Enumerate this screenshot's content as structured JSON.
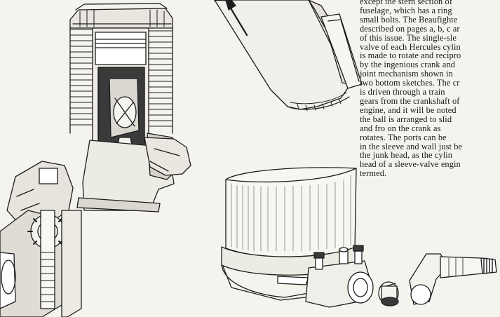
{
  "article": {
    "lines": [
      "except the stern section of",
      "fuselage, which has a ring",
      "small bolts. The Beaufighte",
      "described on pages a, b, c ar",
      "of this issue. The single-sle",
      "valve of each Hercules cylin",
      "is made to rotate and recipro",
      "by the ingenious crank and",
      "joint mechanism shown in",
      "two bottom sketches. The cr",
      "is driven through a train",
      "gears from the crankshaft of",
      "engine, and it will be noted",
      "the ball is arranged to slid",
      "and fro on the crank as",
      "rotates. The ports can be",
      "in the sleeve and wall just be",
      "the junk head, as the cylin",
      "head of a sleeve-valve engin",
      "termed."
    ]
  },
  "figures": {
    "engine_section": "cylinder-cutaway-illustration",
    "fuselage_section": "fuselage-section-illustration",
    "sleeve_valve": "sleeve-valve-illustration",
    "ball_joint": "ball-joint-crank-illustration"
  }
}
